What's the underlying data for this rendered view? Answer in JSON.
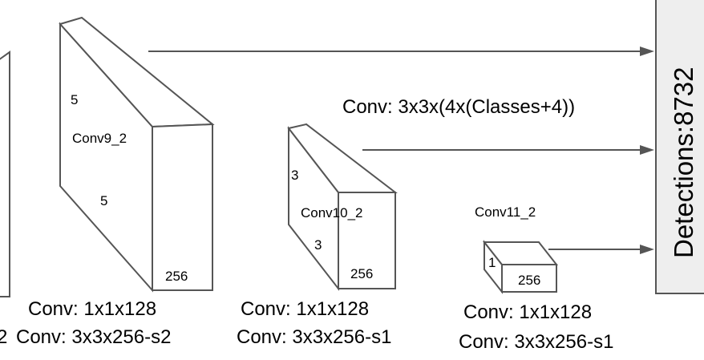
{
  "blocks": [
    {
      "name": "Conv9_2",
      "dim_top": "5",
      "dim_side": "5",
      "channels": "256",
      "op1": "Conv: 1x1x128",
      "op2": "Conv: 3x3x256-s2"
    },
    {
      "name": "Conv10_2",
      "dim_top": "3",
      "dim_side": "3",
      "channels": "256",
      "op1": "Conv: 1x1x128",
      "op2": "Conv: 3x3x256-s1"
    },
    {
      "name": "Conv11_2",
      "dim_top": "1",
      "channels": "256",
      "op1": "Conv: 1x1x128",
      "op2": "Conv: 3x3x256-s1"
    }
  ],
  "partial_label": "2",
  "classifier_label": "Conv: 3x3x(4x(Classes+4))",
  "detections_label": "Detections:8732",
  "colors": {
    "stroke": "#555555",
    "panel": "#eeeeee"
  }
}
